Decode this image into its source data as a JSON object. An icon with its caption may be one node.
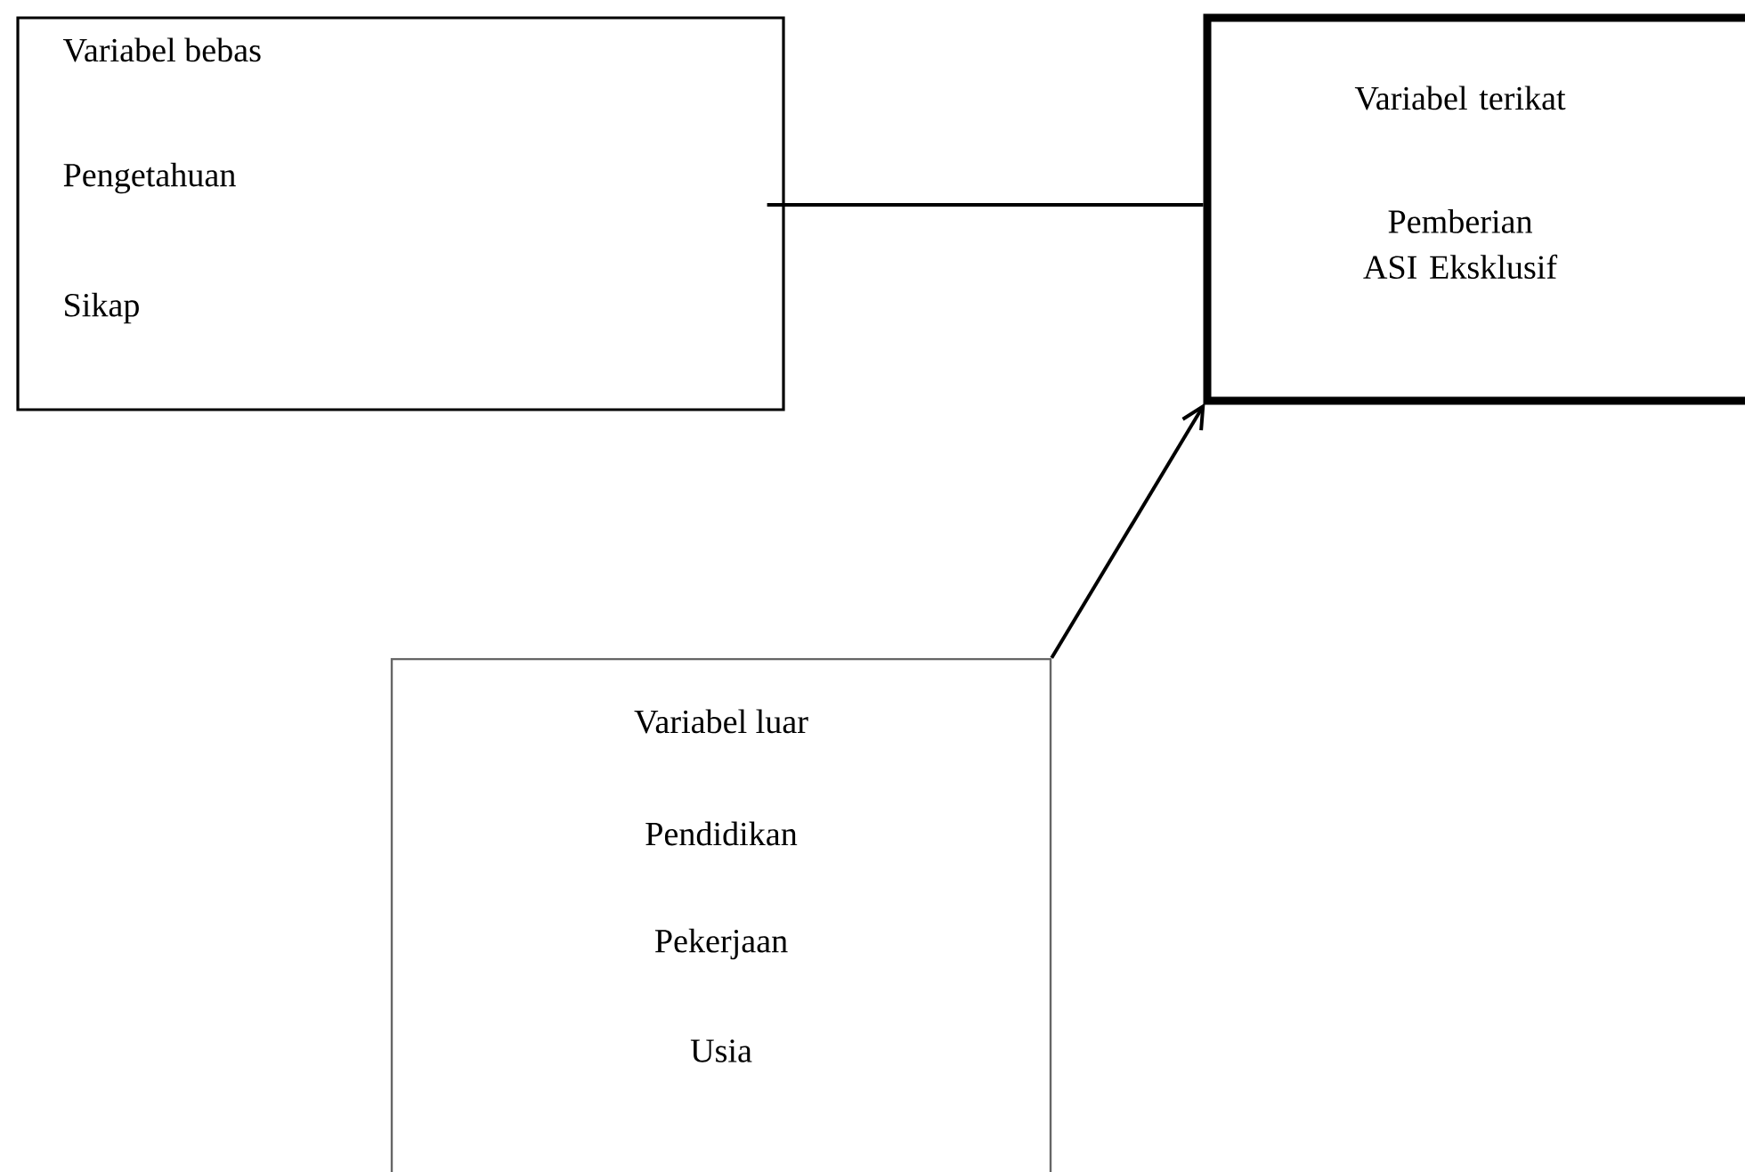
{
  "diagram": {
    "nodes": [
      {
        "text": [
          "Variabel bebas",
          "Pengetahuan",
          "Sikap"
        ]
      },
      {
        "text": [
          "Variabel terikat",
          "Pemberian ASI Eksklusif"
        ]
      },
      {
        "text": [
          "Variabel luar",
          "Pendidikan",
          "Pekerjaan",
          "Usia"
        ]
      }
    ],
    "edges": [
      {
        "from": 0,
        "to": 1,
        "arrow": "none"
      },
      {
        "from": 2,
        "to": 1,
        "arrow": "to"
      }
    ]
  }
}
